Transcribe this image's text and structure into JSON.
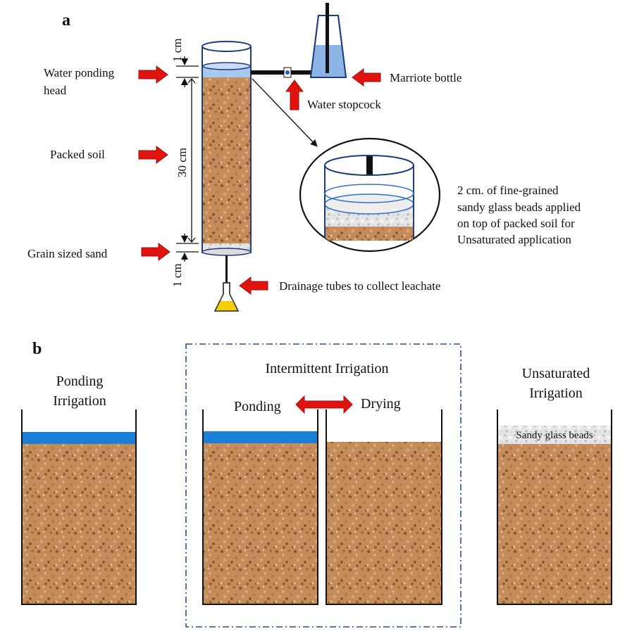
{
  "panels": {
    "a": "a",
    "b": "b"
  },
  "column": {
    "top_gap": "1 cm",
    "soil_length": "30 cm",
    "bottom_gap": "1 cm"
  },
  "labels": {
    "water_ponding_head_1": "Water ponding",
    "water_ponding_head_2": "head",
    "packed_soil": "Packed soil",
    "grain_sized_sand": "Grain sized sand",
    "marriote_bottle": "Marriote bottle",
    "water_stopcock": "Water stopcock",
    "drainage": "Drainage tubes to collect leachate"
  },
  "inset_note": [
    "2 cm. of fine-grained",
    "sandy glass beads applied",
    "on top of packed soil for",
    "Unsaturated application"
  ],
  "treatments": {
    "ponding_1": "Ponding",
    "ponding_2": "Irrigation",
    "intermittent": "Intermittent Irrigation",
    "ponding_state": "Ponding",
    "drying_state": "Drying",
    "unsaturated_1": "Unsaturated",
    "unsaturated_2": "Irrigation",
    "glass_beads": "Sandy glass beads"
  },
  "colors": {
    "soil": "#c2895a",
    "water": "#1a7fd6",
    "arrow_red": "#e0140f",
    "frame_blue": "#2c4f8c",
    "flask_yellow": "#f4d000"
  }
}
